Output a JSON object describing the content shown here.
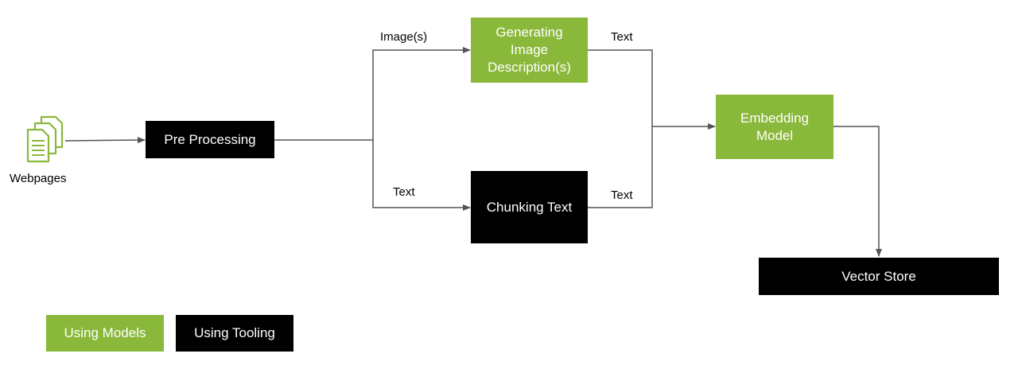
{
  "colors": {
    "model": "#8ab83a",
    "tooling": "#000000",
    "edge": "#555555"
  },
  "source": {
    "label": "Webpages",
    "icon": "documents-icon"
  },
  "nodes": {
    "preprocessing": {
      "label": "Pre Processing",
      "kind": "tooling"
    },
    "image_description": {
      "label": "Generating\nImage\nDescription(s)",
      "kind": "model"
    },
    "chunking": {
      "label": "Chunking Text",
      "kind": "tooling"
    },
    "embedding": {
      "label": "Embedding\nModel",
      "kind": "model"
    },
    "vector_store": {
      "label": "Vector Store",
      "kind": "tooling"
    }
  },
  "edges": {
    "to_image": "Image(s)",
    "to_chunking": "Text",
    "image_out": "Text",
    "chunk_out": "Text"
  },
  "legend": {
    "models": "Using Models",
    "tooling": "Using Tooling"
  }
}
